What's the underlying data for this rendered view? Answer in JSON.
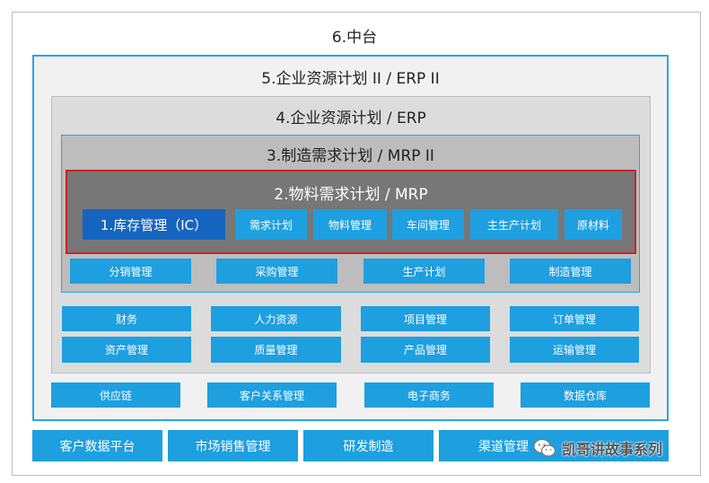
{
  "level6": {
    "title": "6.中台"
  },
  "level5": {
    "title": "5.企业资源计划 II  /  ERP II"
  },
  "level4": {
    "title": "4.企业资源计划 / ERP"
  },
  "level3": {
    "title": "3.制造需求计划 / MRP II"
  },
  "level2": {
    "title": "2.物料需求计划 / MRP"
  },
  "level1": {
    "title": "1.库存管理（IC）"
  },
  "mrp_modules": [
    "需求计划",
    "物料管理",
    "车间管理",
    "主生产计划",
    "原材料"
  ],
  "mrp2_modules": [
    "分销管理",
    "采购管理",
    "生产计划",
    "制造管理"
  ],
  "erp_modules_row1": [
    "财务",
    "人力资源",
    "项目管理",
    "订单管理"
  ],
  "erp_modules_row2": [
    "资产管理",
    "质量管理",
    "产品管理",
    "运输管理"
  ],
  "erp2_modules": [
    "供应链",
    "客户关系管理",
    "电子商务",
    "数据仓库"
  ],
  "zhongtai_modules": [
    "客户数据平台",
    "市场销售管理",
    "研发制造",
    "渠道管理"
  ],
  "watermark": {
    "text": "凯哥讲故事系列",
    "icon": "wechat-icon"
  },
  "colors": {
    "module_blue": "#1e9fe0",
    "ic_blue": "#1565c0",
    "mrp_gray": "#777777",
    "mrp_border": "#cc2222",
    "frame_border": "#29a6e0"
  }
}
